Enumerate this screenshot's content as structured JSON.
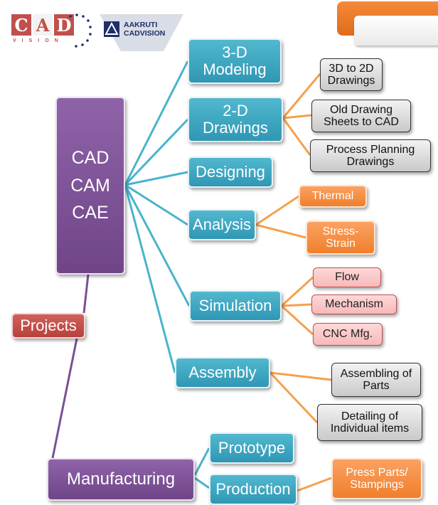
{
  "logos": {
    "cad_vision": {
      "letters": [
        "C",
        "A",
        "D"
      ],
      "tagline": "VISION"
    },
    "aakruti": {
      "name": "AAKRUTI\nCADVISION"
    }
  },
  "colors": {
    "purple": "#7b4f96",
    "teal": "#3ea8c3",
    "orange": "#f58a3c",
    "gray": "#d9d9d9",
    "pink": "#f9c9c9",
    "red": "#c0504d",
    "line_purple": "#7b4f96",
    "line_teal": "#4ab3cc",
    "line_orange": "#f5a04e"
  },
  "nodes": {
    "cad_cam_cae": "CAD\nCAM\nCAE",
    "projects": "Projects",
    "manufacturing": "Manufacturing",
    "modeling_3d": "3-D\nModeling",
    "drawings_2d": "2-D\nDrawings",
    "designing": "Designing",
    "analysis": "Analysis",
    "simulation": "Simulation",
    "assembly": "Assembly",
    "prototype": "Prototype",
    "production": "Production",
    "d3_to_2d": "3D to 2D\nDrawings",
    "old_drawing": "Old Drawing\nSheets to CAD",
    "process_planning": "Process  Planning\nDrawings",
    "thermal": "Thermal",
    "stress_strain": "Stress-\nStrain",
    "flow": "Flow",
    "mechanism": "Mechanism",
    "cnc_mfg": "CNC Mfg.",
    "assembling_parts": "Assembling of\nParts",
    "detailing": "Detailing of\nIndividual items",
    "press_parts": "Press Parts/\nStampings"
  }
}
